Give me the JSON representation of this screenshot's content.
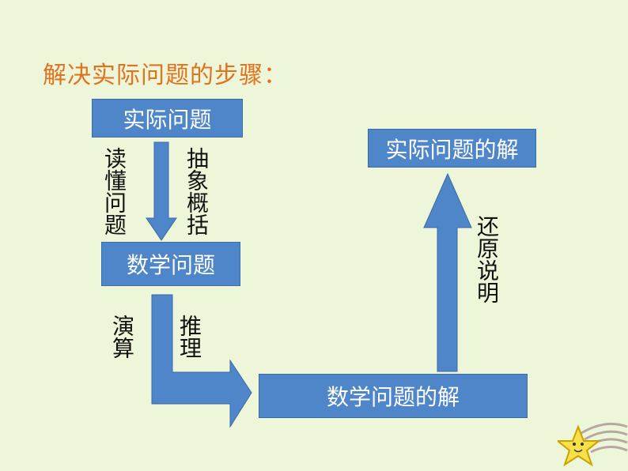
{
  "title": "解决实际问题的步骤：",
  "boxes": {
    "practical_problem": "实际问题",
    "math_problem": "数学问题",
    "math_solution": "数学问题的解",
    "practical_solution": "实际问题的解"
  },
  "labels": {
    "read_understand": "读懂问题",
    "abstract_generalize": "抽象概括",
    "calculate": "演算",
    "reason": "推理",
    "restore_explain": "还原说明"
  },
  "colors": {
    "box_fill": "#4f86c9",
    "title": "#e0731e",
    "background": "#eef6d9"
  }
}
